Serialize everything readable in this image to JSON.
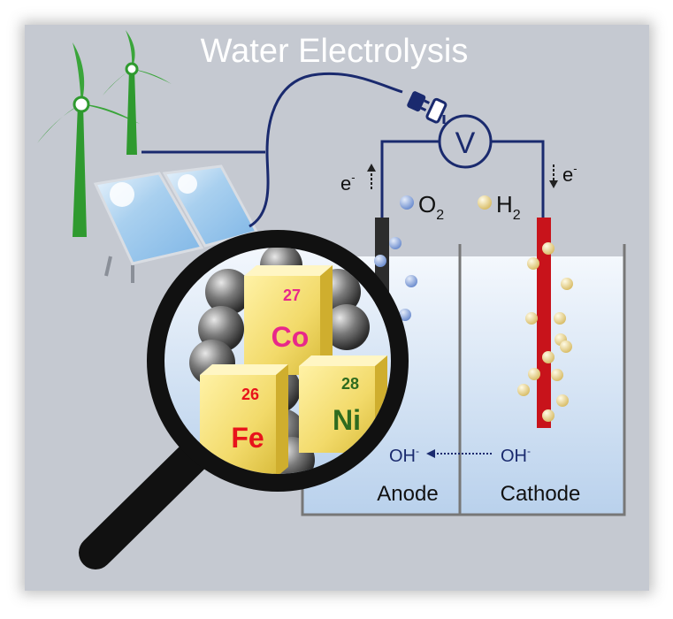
{
  "title": "Water Electrolysis",
  "voltmeter": "V",
  "electron_left": "e",
  "electron_right": "e",
  "electron_sup": "-",
  "gas_o2": "O",
  "gas_o2_sub": "2",
  "gas_h2": "H",
  "gas_h2_sub": "2",
  "ion_left": "OH",
  "ion_right": "OH",
  "ion_sup": "-",
  "anode_label": "Anode",
  "cathode_label": "Cathode",
  "elements": [
    {
      "number": "27",
      "symbol": "Co",
      "color": "#e8288a"
    },
    {
      "number": "26",
      "symbol": "Fe",
      "color": "#e8131b"
    },
    {
      "number": "28",
      "symbol": "Ni",
      "color": "#2e6b1f"
    }
  ],
  "colors": {
    "background": "#c5c9d1",
    "wire": "#1a2a6e",
    "cathode": "#c8131b",
    "anode": "#2c2c2c",
    "o2_bubble": "#8fa8dc",
    "h2_bubble": "#f2dc9a",
    "turbine": "#2f9a2f",
    "electrolyte": "#dde9f7"
  }
}
